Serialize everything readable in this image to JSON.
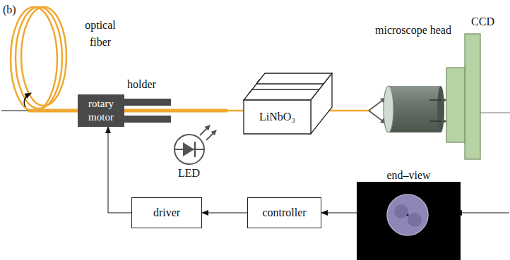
{
  "diagram": {
    "nodes": [
      {
        "text": [
          "rotary motor"
        ]
      },
      {
        "text": [
          "LiNbO₃"
        ]
      },
      {
        "text": [
          "microscope head"
        ]
      },
      {
        "text": [
          "CCD"
        ]
      },
      {
        "text": [
          "end–view"
        ]
      },
      {
        "text": [
          "driver"
        ]
      },
      {
        "text": [
          "controller"
        ]
      }
    ],
    "edges": [
      {
        "from": 4,
        "to": 6,
        "arrow": "to"
      },
      {
        "from": 6,
        "to": 5,
        "arrow": "to"
      },
      {
        "from": 5,
        "to": 0,
        "arrow": "to"
      }
    ],
    "labels": [
      "(b)",
      "optical fiber",
      "holder",
      "LED"
    ]
  }
}
